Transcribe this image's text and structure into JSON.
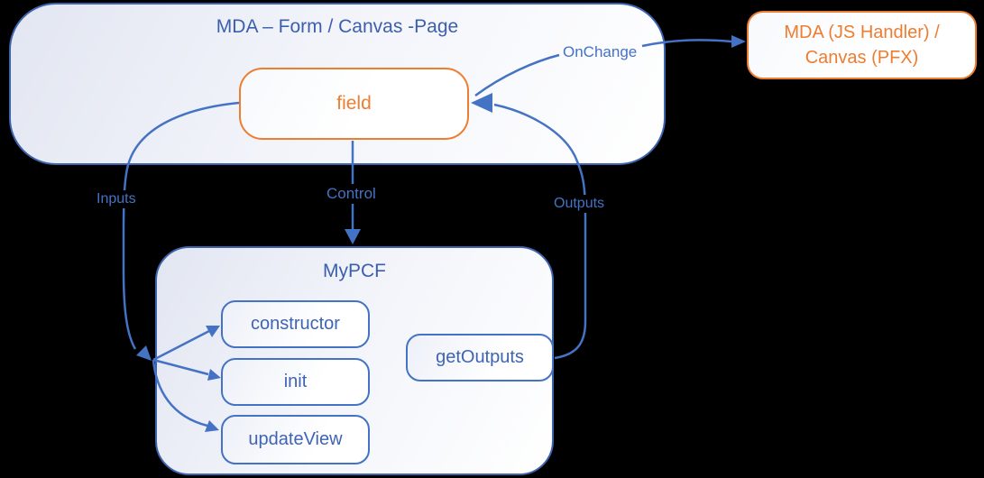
{
  "colors": {
    "bg": "#000000",
    "blue_line": "#4472C4",
    "blue_border": "#3E63AD",
    "blue_text": "#3C5FAD",
    "orange": "#ED7D31"
  },
  "diagram": {
    "form_container": {
      "title": "MDA – Form / Canvas -Page"
    },
    "field_node": {
      "label": "field"
    },
    "handler_node": {
      "line1": "MDA (JS Handler) /",
      "line2": "Canvas (PFX)"
    },
    "pcf_container": {
      "title": "MyPCF"
    },
    "pcf_methods": [
      {
        "label": "constructor"
      },
      {
        "label": "init"
      },
      {
        "label": "updateView"
      },
      {
        "label": "getOutputs"
      }
    ],
    "edge_labels": {
      "on_change": "OnChange",
      "inputs": "Inputs",
      "control": "Control",
      "outputs": "Outputs"
    }
  }
}
